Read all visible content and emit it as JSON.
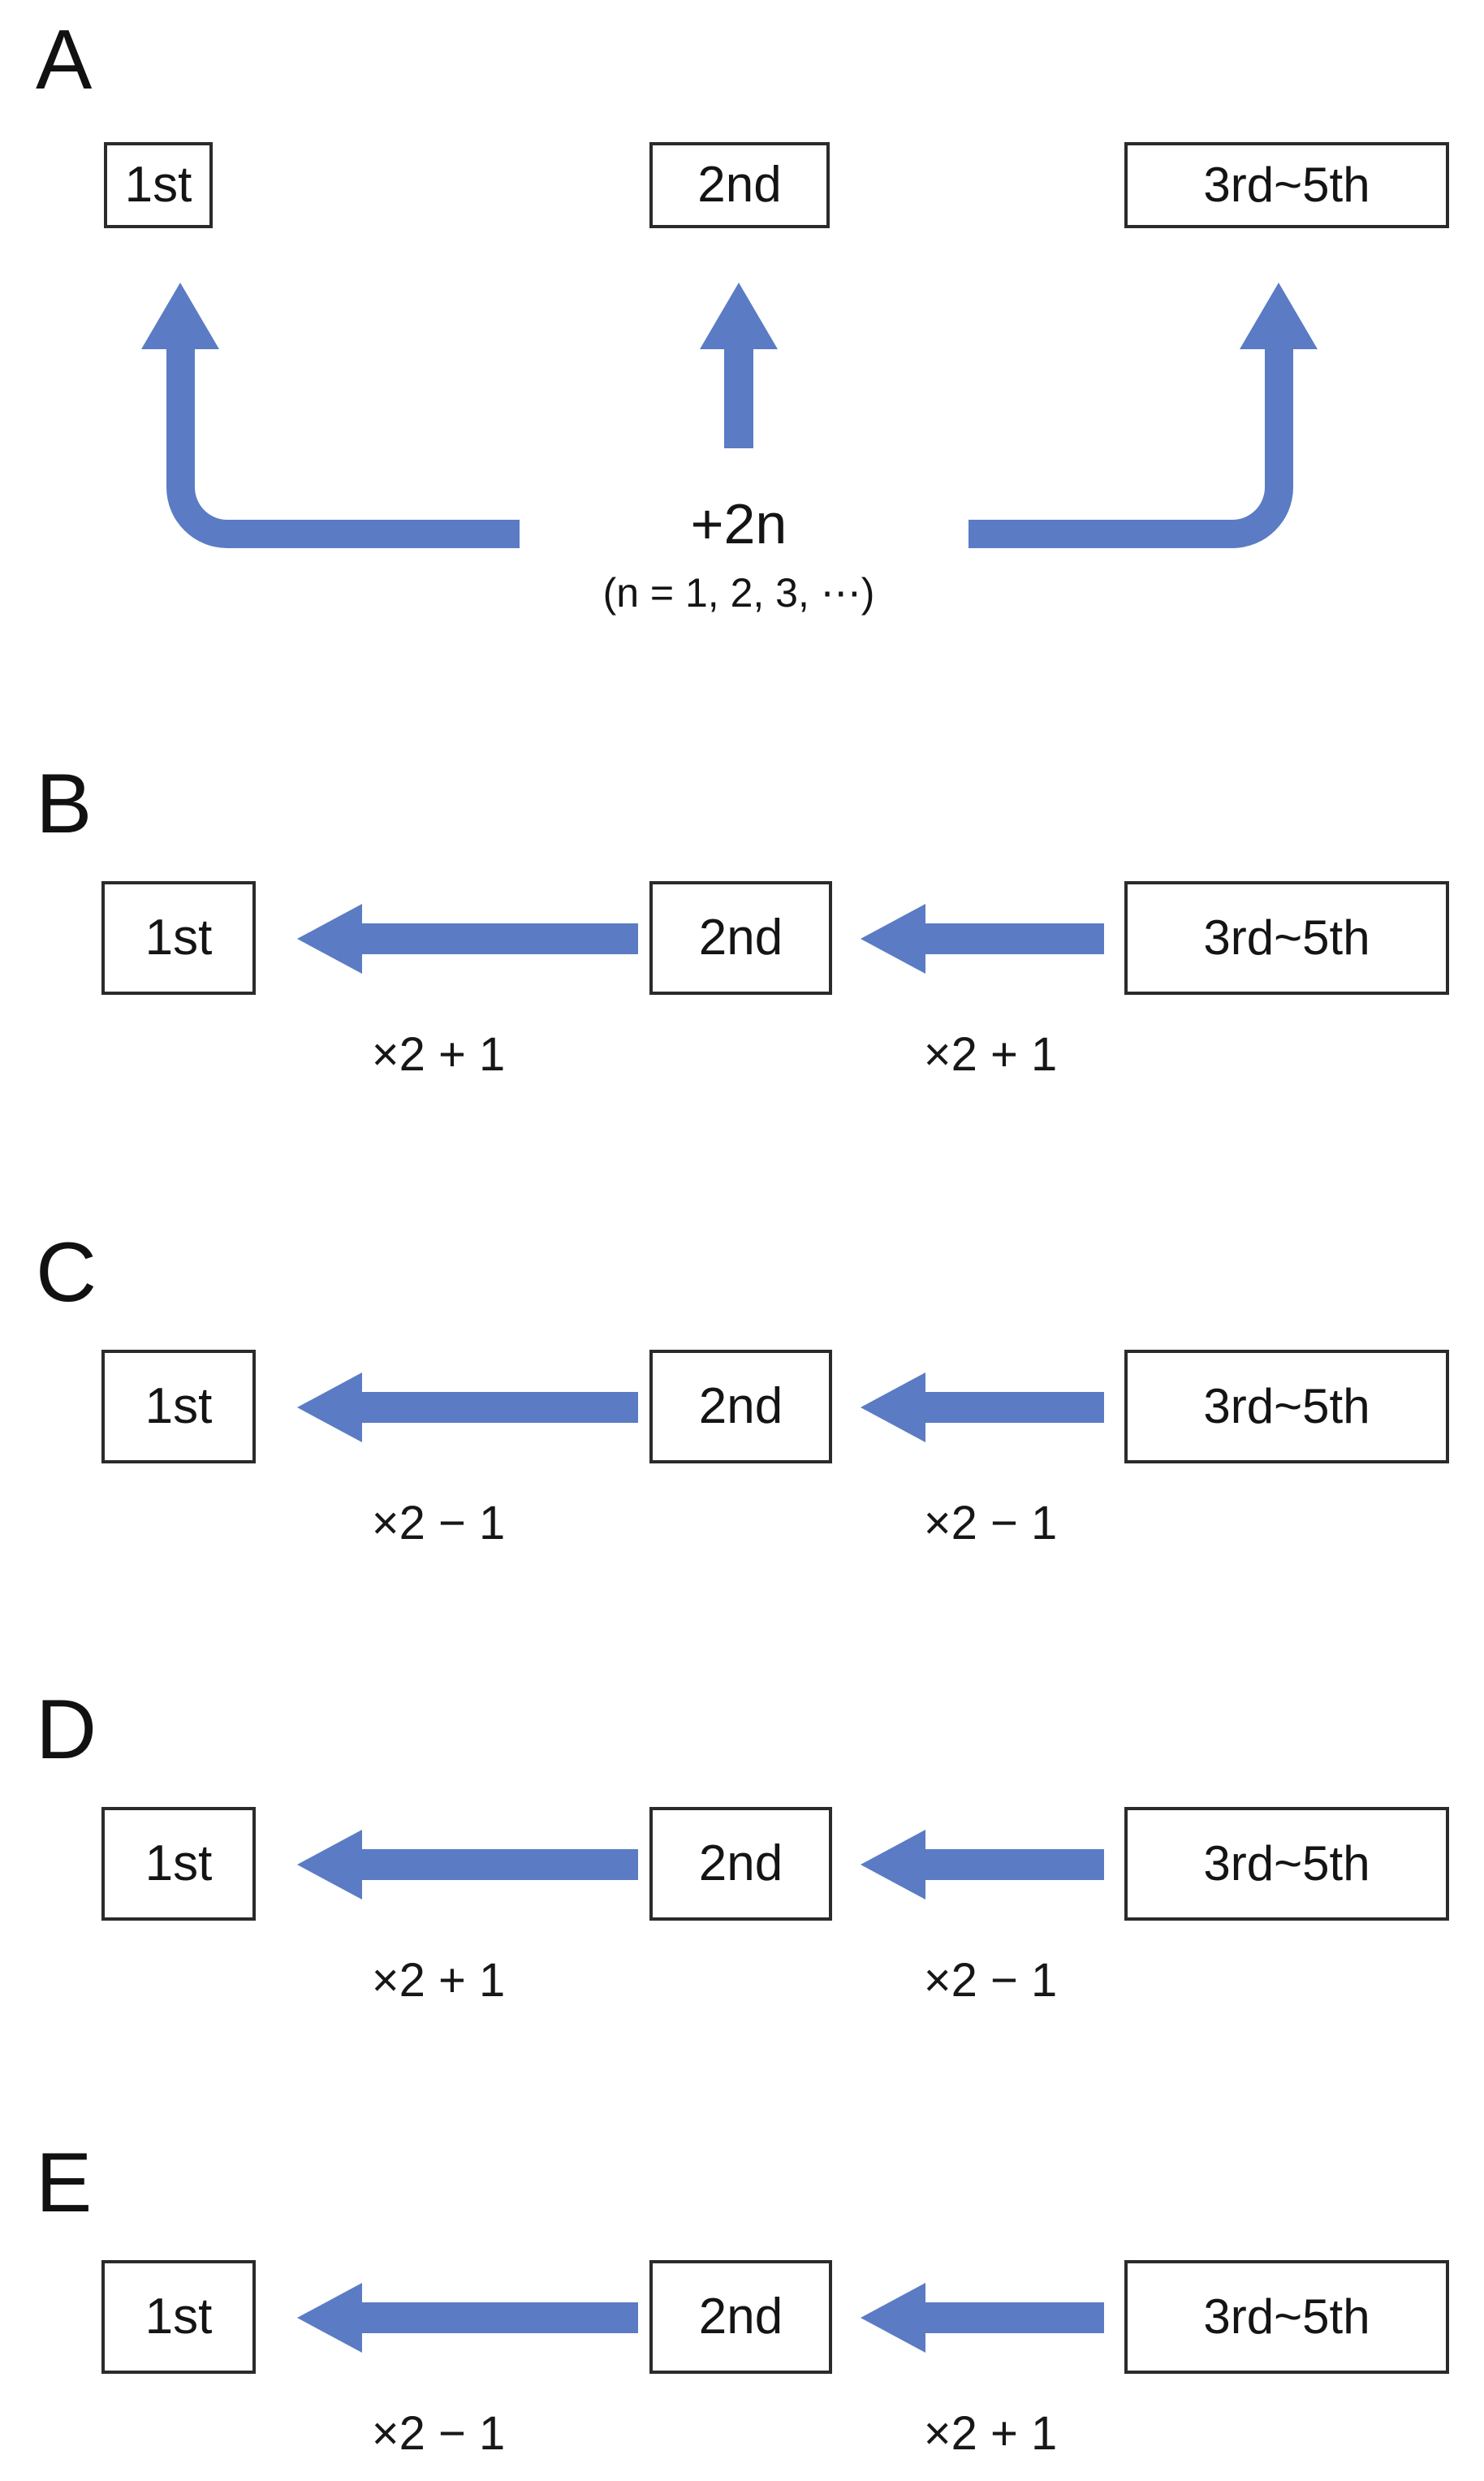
{
  "figure": {
    "background_color": "#ffffff",
    "arrow_color": "#5b7cc4",
    "box_border_color": "#2b2b2b",
    "text_color": "#141414"
  },
  "nodes": {
    "first": "1st",
    "second": "2nd",
    "third_to_fifth": "3rd~5th"
  },
  "panels": [
    {
      "letter": "A",
      "type": "upward-arrows",
      "boxes": [
        "1st",
        "2nd",
        "3rd~5th"
      ],
      "center_label": "+2n",
      "center_sublabel": "(n = 1, 2, 3, ⋯)",
      "arrows": [
        {
          "name": "left-curved-up-arrow",
          "direction": "up",
          "shape": "elbow-left"
        },
        {
          "name": "center-up-arrow",
          "direction": "up",
          "shape": "straight"
        },
        {
          "name": "right-curved-up-arrow",
          "direction": "up",
          "shape": "elbow-right"
        }
      ]
    },
    {
      "letter": "B",
      "type": "leftward-arrows",
      "boxes": [
        "1st",
        "2nd",
        "3rd~5th"
      ],
      "left_op": "×2 + 1",
      "right_op": "×2 + 1",
      "arrows": [
        {
          "name": "left-arrow-second-to-first",
          "direction": "left"
        },
        {
          "name": "left-arrow-third-to-second",
          "direction": "left"
        }
      ]
    },
    {
      "letter": "C",
      "type": "leftward-arrows",
      "boxes": [
        "1st",
        "2nd",
        "3rd~5th"
      ],
      "left_op": "×2 − 1",
      "right_op": "×2 − 1",
      "arrows": [
        {
          "name": "left-arrow-second-to-first",
          "direction": "left"
        },
        {
          "name": "left-arrow-third-to-second",
          "direction": "left"
        }
      ]
    },
    {
      "letter": "D",
      "type": "leftward-arrows",
      "boxes": [
        "1st",
        "2nd",
        "3rd~5th"
      ],
      "left_op": "×2 + 1",
      "right_op": "×2 − 1",
      "arrows": [
        {
          "name": "left-arrow-second-to-first",
          "direction": "left"
        },
        {
          "name": "left-arrow-third-to-second",
          "direction": "left"
        }
      ]
    },
    {
      "letter": "E",
      "type": "leftward-arrows",
      "boxes": [
        "1st",
        "2nd",
        "3rd~5th"
      ],
      "left_op": "×2 − 1",
      "right_op": "×2 + 1",
      "arrows": [
        {
          "name": "left-arrow-second-to-first",
          "direction": "left"
        },
        {
          "name": "left-arrow-third-to-second",
          "direction": "left"
        }
      ]
    }
  ]
}
